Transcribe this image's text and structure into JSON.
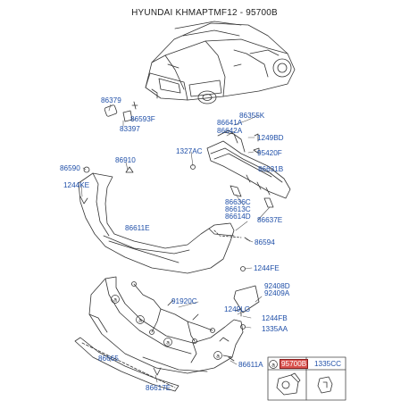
{
  "header": {
    "title": "HYUNDAI KHMAPTMF12 - 95700B"
  },
  "labels": {
    "p86379": "86379",
    "p86593F": "86593F",
    "p83397": "83397",
    "p86355K": "86355K",
    "p86641A": "86641A",
    "p86642A": "86642A",
    "p1249BD": "1249BD",
    "p1327AC": "1327AC",
    "p95420F": "95420F",
    "p86590": "86590",
    "p86910": "86910",
    "p86631B": "86631B",
    "p1244KE": "1244KE",
    "p86636C": "86636C",
    "p86613C": "86613C",
    "p86614D": "86614D",
    "p86637E": "86637E",
    "p86611E": "86611E",
    "p86594": "86594",
    "p1244FE": "1244FE",
    "p92408D": "92408D",
    "p92409A": "92409A",
    "p91920C": "91920C",
    "p1249LG": "1249LG",
    "p1244FB": "1244FB",
    "p1335AA": "1335AA",
    "p86665": "86665",
    "p86611A": "86611A",
    "p86617E": "86617E",
    "callout_a": "a"
  },
  "legend": {
    "a": "a",
    "part_95700B": "95700B",
    "part_1335CC": "1335CC"
  },
  "colors": {
    "label": "#1f4fa8",
    "highlight": "#d9534f",
    "line": "#333333"
  }
}
